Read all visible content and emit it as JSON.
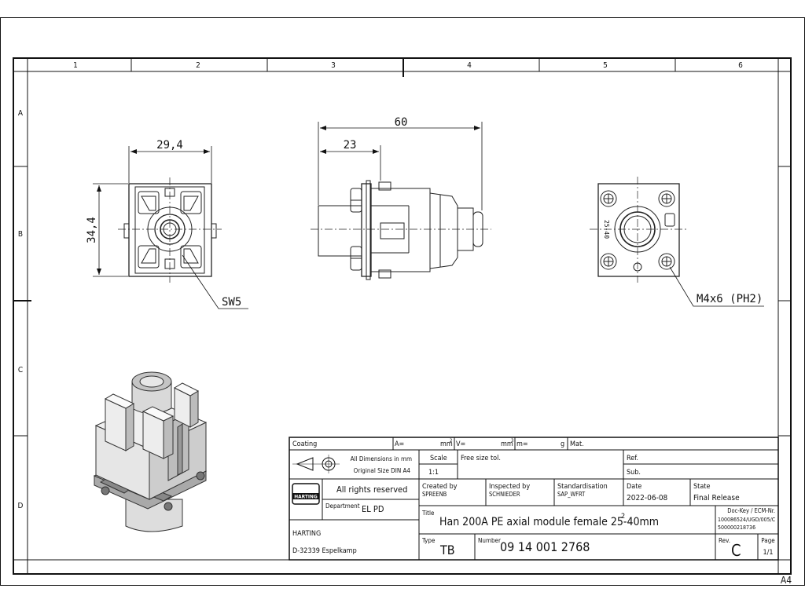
{
  "sheet": {
    "cols": [
      "1",
      "2",
      "3",
      "4",
      "5",
      "6"
    ],
    "rows": [
      "A",
      "B",
      "C",
      "D"
    ],
    "paper_size": "A4"
  },
  "dims": {
    "width_front": "29,4",
    "height_front": "34,4",
    "wrench": "SW5",
    "total_length": "60",
    "partial_length": "23",
    "screw": "M4x6 (PH2)",
    "rear_label": "25-40"
  },
  "title_block": {
    "coating": "Coating",
    "area_label": "A=",
    "area_unit": "mm",
    "vol_label": "V=",
    "vol_unit": "mm",
    "mass_label": "m=",
    "mass_unit": "g",
    "mat_label": "Mat.",
    "all_dims": "All Dimensions in mm",
    "orig_size": "Original Size DIN A4",
    "scale_label": "Scale",
    "scale_value": "1:1",
    "tol": "Free size tol.",
    "ref": "Ref.",
    "sub": "Sub.",
    "rights": "All rights reserved",
    "logo": "HARTING",
    "created_label": "Created by",
    "created_value": "SPREENB",
    "inspected_label": "Inspected by",
    "inspected_value": "SCHNIEDER",
    "std_label": "Standardisation",
    "std_value": "SAP_WFRT",
    "date_label": "Date",
    "date_value": "2022-06-08",
    "state_label": "State",
    "state_value": "Final Release",
    "dept_label": "Department",
    "dept_value": "EL PD",
    "title_label": "Title",
    "title_value": "Han 200A PE axial module female 25-40mm",
    "title_sup": "2",
    "dockey_label": "Doc-Key / ECM-Nr.",
    "dockey_1": "100086524/UGD/005/C",
    "dockey_2": "500000218736",
    "company": "HARTING",
    "address": "D-32339 Espelkamp",
    "type_label": "Type",
    "type_value": "TB",
    "number_label": "Number",
    "number_value": "09 14 001 2768",
    "rev_label": "Rev.",
    "rev_value": "C",
    "page_label": "Page",
    "page_value": "1/1"
  }
}
